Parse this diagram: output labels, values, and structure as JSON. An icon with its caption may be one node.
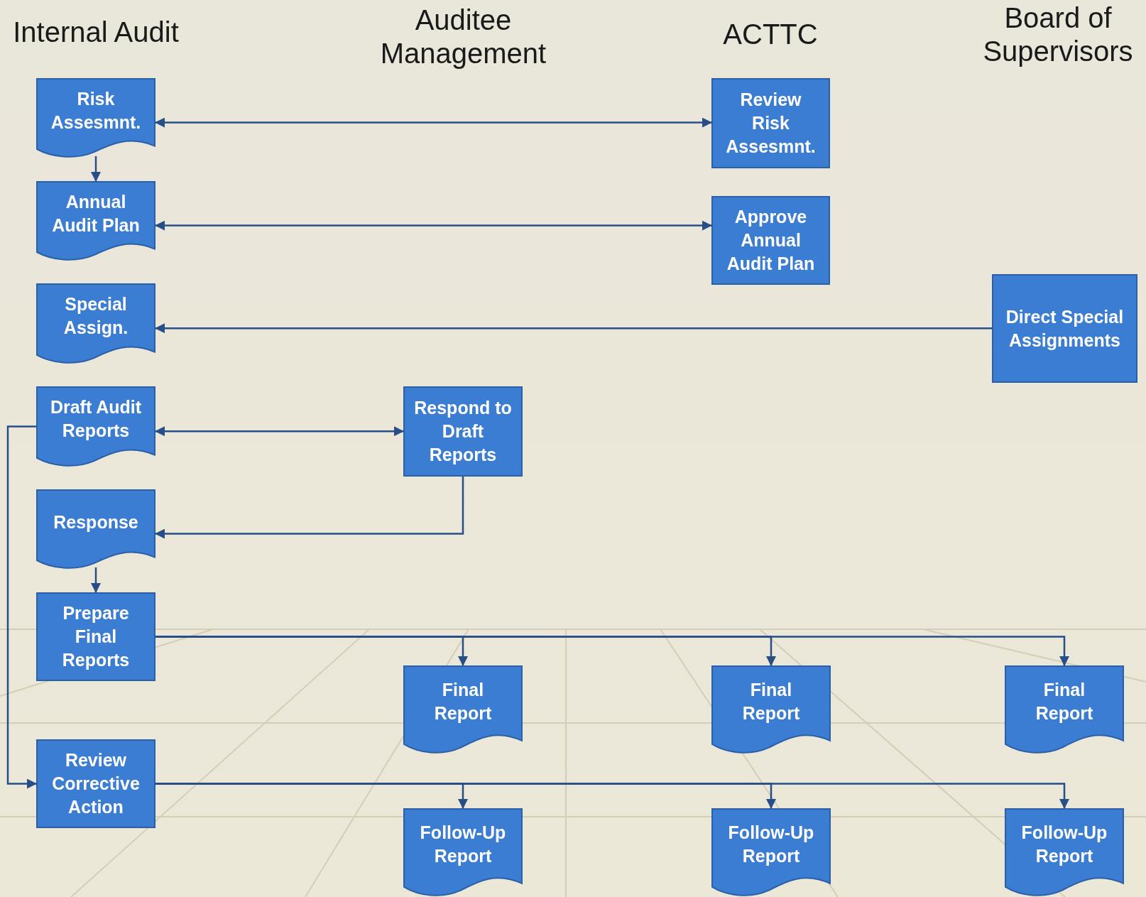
{
  "diagram": {
    "nodes": [
      {
        "text": [
          "Risk Assesmnt."
        ]
      },
      {
        "text": [
          "Annual Audit Plan"
        ]
      },
      {
        "text": [
          "Special Assign."
        ]
      },
      {
        "text": [
          "Draft Audit Reports"
        ]
      },
      {
        "text": [
          "Response"
        ]
      },
      {
        "text": [
          "Prepare Final Reports"
        ]
      },
      {
        "text": [
          "Review Corrective Action"
        ]
      },
      {
        "text": [
          "Review Risk Assesmnt."
        ]
      },
      {
        "text": [
          "Approve Annual Audit Plan"
        ]
      },
      {
        "text": [
          "Direct Special Assignments"
        ]
      },
      {
        "text": [
          "Respond to Draft Reports"
        ]
      },
      {
        "text": [
          "Final Report"
        ]
      },
      {
        "text": [
          "Final Report"
        ]
      },
      {
        "text": [
          "Final Report"
        ]
      },
      {
        "text": [
          "Follow-Up Report"
        ]
      },
      {
        "text": [
          "Follow-Up Report"
        ]
      },
      {
        "text": [
          "Follow-Up Report"
        ]
      }
    ],
    "edges": [
      {
        "from": 0,
        "to": 1,
        "arrow": "to"
      },
      {
        "from": 0,
        "to": 7,
        "arrow": "both"
      },
      {
        "from": 1,
        "to": 8,
        "arrow": "both"
      },
      {
        "from": 9,
        "to": 2,
        "arrow": "to"
      },
      {
        "from": 3,
        "to": 10,
        "arrow": "both"
      },
      {
        "from": 10,
        "to": 4,
        "arrow": "to"
      },
      {
        "from": 4,
        "to": 5,
        "arrow": "to"
      },
      {
        "from": 5,
        "to": 11,
        "arrow": "to"
      },
      {
        "from": 5,
        "to": 12,
        "arrow": "to"
      },
      {
        "from": 5,
        "to": 13,
        "arrow": "to"
      },
      {
        "from": 3,
        "to": 6,
        "arrow": "to"
      },
      {
        "from": 6,
        "to": 14,
        "arrow": "to"
      },
      {
        "from": 6,
        "to": 15,
        "arrow": "to"
      },
      {
        "from": 6,
        "to": 16,
        "arrow": "to"
      }
    ],
    "labels": [
      "Internal Audit",
      "Auditee Management",
      "ACTTC",
      "Board of Supervisors"
    ]
  }
}
